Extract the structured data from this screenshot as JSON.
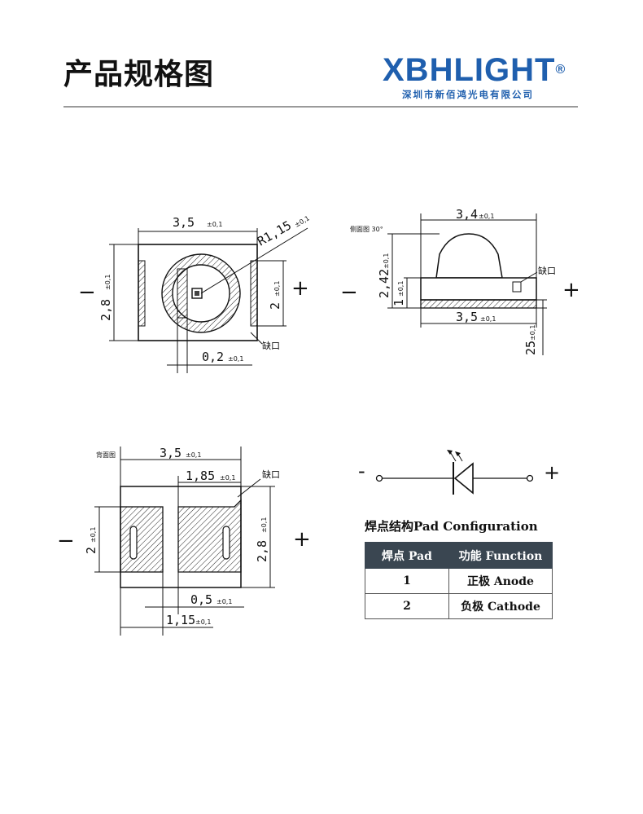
{
  "header": {
    "title": "产品规格图",
    "brand": "XBHLIGHT",
    "brand_mark": "®",
    "company": "深圳市新佰鸿光电有限公司"
  },
  "colors": {
    "brand_blue": "#1f5fae",
    "table_header": "#3a4651",
    "rule": "#9a9a9a"
  },
  "top_view": {
    "width_dim": "3,5",
    "width_tol": "±0,1",
    "height_dim": "2,8",
    "height_tol": "±0,1",
    "radius_dim": "R1,15",
    "radius_tol": "±0,1",
    "inner_dim": "2",
    "inner_tol": "±0,1",
    "gap_dim": "0,2",
    "gap_tol": "±0,1",
    "notch_label": "缺口",
    "minus": "−",
    "plus": "+"
  },
  "side_view": {
    "label": "侧面图 30°",
    "top_dim": "3,4",
    "top_tol": "±0,1",
    "height_dim": "2,42",
    "height_tol": "±0,1",
    "base_dim": "1",
    "base_tol": "±0,1",
    "bottom_dim": "3,5",
    "bottom_tol": "±0,1",
    "thick_dim": "25",
    "thick_tol": "±0,1",
    "notch_label": "缺口",
    "minus": "−",
    "plus": "+"
  },
  "back_view": {
    "label": "背面图",
    "width_dim": "3,5",
    "width_tol": "±0,1",
    "pad_dim": "1,85",
    "pad_tol": "±0,1",
    "notch_label": "缺口",
    "pad_height_dim": "2",
    "pad_height_tol": "±0,1",
    "height_dim": "2,8",
    "height_tol": "±0,1",
    "gap_dim": "0,5",
    "gap_tol": "±0,1",
    "left_pad_dim": "1,15",
    "left_pad_tol": "±0,1",
    "minus": "−",
    "plus": "+"
  },
  "symbol": {
    "minus": "-",
    "plus": "+"
  },
  "pad_config": {
    "title": "焊点结构Pad  Configuration",
    "headers": [
      "焊点 Pad",
      "功能 Function"
    ],
    "rows": [
      [
        "1",
        "正极 Anode"
      ],
      [
        "2",
        "负极 Cathode"
      ]
    ]
  }
}
